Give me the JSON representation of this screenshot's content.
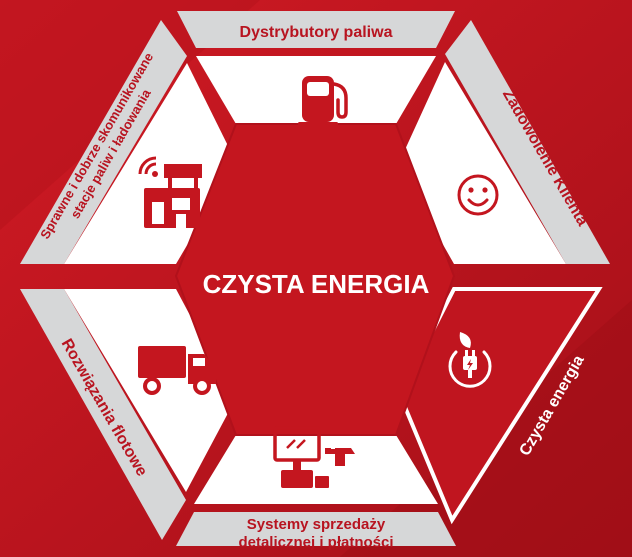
{
  "center": {
    "label": "CZYSTA ENERGIA"
  },
  "segments": [
    {
      "id": "dispensers",
      "label": "Dystrybutory paliwa",
      "icon": "fuel-pump-icon"
    },
    {
      "id": "satisfaction",
      "label": "Zadowolenie Klienta",
      "icon": "smiley-icon"
    },
    {
      "id": "clean-energy",
      "label": "Czysta energia",
      "icon": "eco-plug-icon"
    },
    {
      "id": "pos",
      "label_lines": [
        "Systemy sprzedaży",
        "detalicznej i płatności"
      ],
      "icon": "pos-terminal-icon"
    },
    {
      "id": "fleet",
      "label": "Rozwiązania flotowe",
      "icon": "truck-icon"
    },
    {
      "id": "stations",
      "label_lines": [
        "Sprawne i dobrze skomunikowane",
        "stacje paliw i ładowania"
      ],
      "icon": "connected-station-icon"
    }
  ],
  "colors": {
    "background": "#c4161f",
    "background_dark": "#a40f18",
    "label_band": "#d6d7d8",
    "panel": "#ffffff",
    "center": "#b81420",
    "highlight_panel": "#c0151f",
    "accent": "#c4161f",
    "text_dark": "#b81420",
    "text_light": "#ffffff"
  }
}
